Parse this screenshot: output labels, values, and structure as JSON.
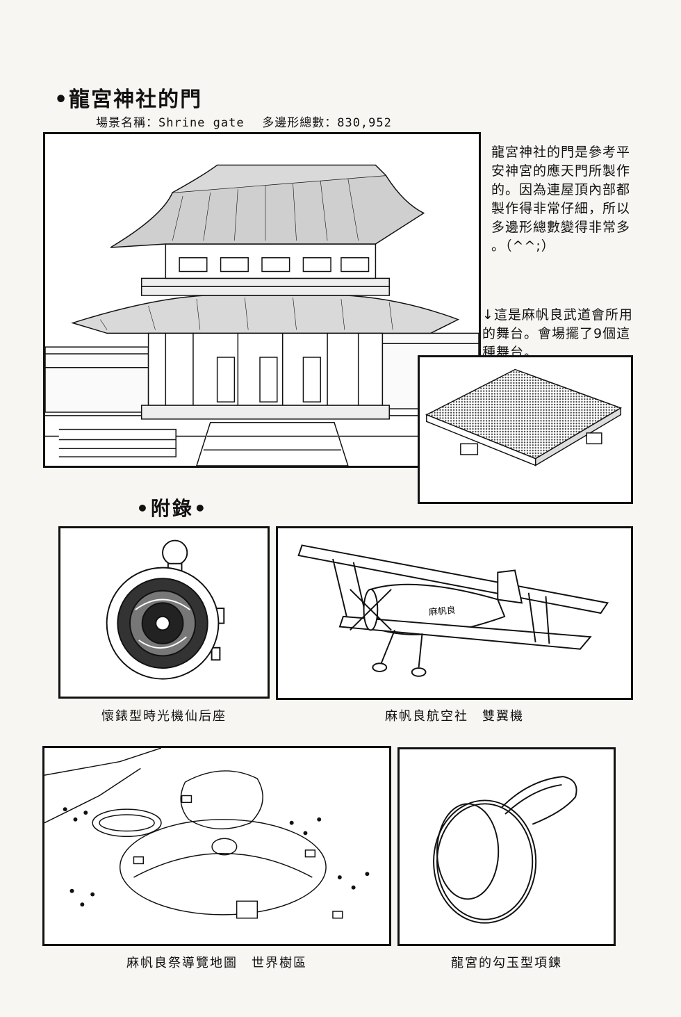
{
  "header": {
    "title": "•龍宮神社的門",
    "scene_label": "場景名稱：",
    "scene_name": "Shrine gate",
    "polygon_label": "多邊形總數：",
    "polygon_count": "830,952"
  },
  "notes": {
    "gate_description": "龍宮神社的門是參考平\n安神宮的應天門所製作\n的。因為連屋頂內部都\n製作得非常仔細，所以\n多邊形總數變得非常多\n。（^^;）",
    "stage_description": "↓這是麻帆良武道會所用\n的舞台。會場擺了9個這\n種舞台。"
  },
  "appendix": {
    "title": "•附錄•"
  },
  "captions": {
    "pocket_watch": "懷錶型時光機仙后座",
    "biplane": "麻帆良航空社　雙翼機",
    "map": "麻帆良祭導覽地圖　世界樹區",
    "necklace": "龍宮的勾玉型項鍊"
  },
  "biplane_lettering": "麻帆良",
  "colors": {
    "ink": "#111111",
    "paper": "#f7f6f2",
    "panel": "#ffffff"
  }
}
